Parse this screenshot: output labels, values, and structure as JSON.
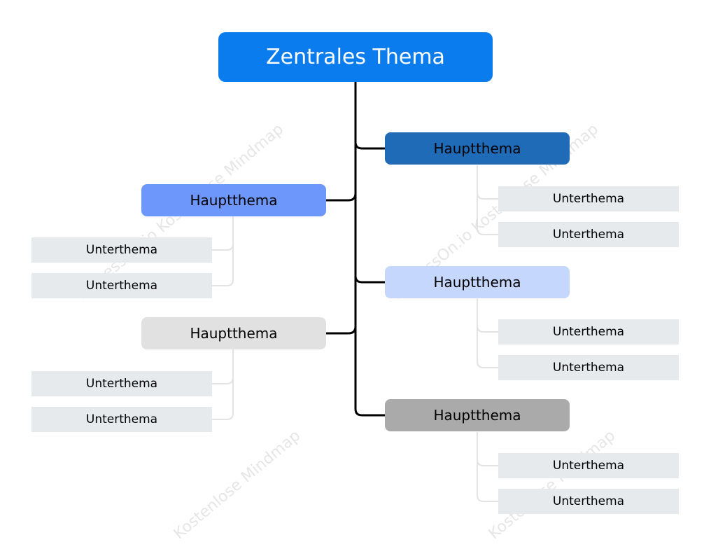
{
  "central": {
    "label": "Zentrales Thema",
    "color": "#0a7cee"
  },
  "branches": [
    {
      "label": "Hauptthema",
      "color": "#1f6bb8",
      "text_color": "#000000",
      "side": "right",
      "subtopics": [
        "Unterthema",
        "Unterthema"
      ]
    },
    {
      "label": "Hauptthema",
      "color": "#6d97fb",
      "text_color": "#000000",
      "side": "left",
      "subtopics": [
        "Unterthema",
        "Unterthema"
      ]
    },
    {
      "label": "Hauptthema",
      "color": "#c5d7fd",
      "text_color": "#000000",
      "side": "right",
      "subtopics": [
        "Unterthema",
        "Unterthema"
      ]
    },
    {
      "label": "Hauptthema",
      "color": "#e1e1e1",
      "text_color": "#000000",
      "side": "left",
      "subtopics": [
        "Unterthema",
        "Unterthema"
      ]
    },
    {
      "label": "Hauptthema",
      "color": "#aaaaaa",
      "text_color": "#000000",
      "side": "right",
      "subtopics": [
        "Unterthema",
        "Unterthema"
      ]
    }
  ],
  "watermarks": [
    "ProcessOn.io Kostenlose Mindmap",
    "ProcessOn.io Kostenlose Mindmap",
    "Kostenlose Mindmap",
    "Kostenlose Mindmap"
  ],
  "connector_color": "#000000",
  "sub_connector_color": "#e3e3e3"
}
